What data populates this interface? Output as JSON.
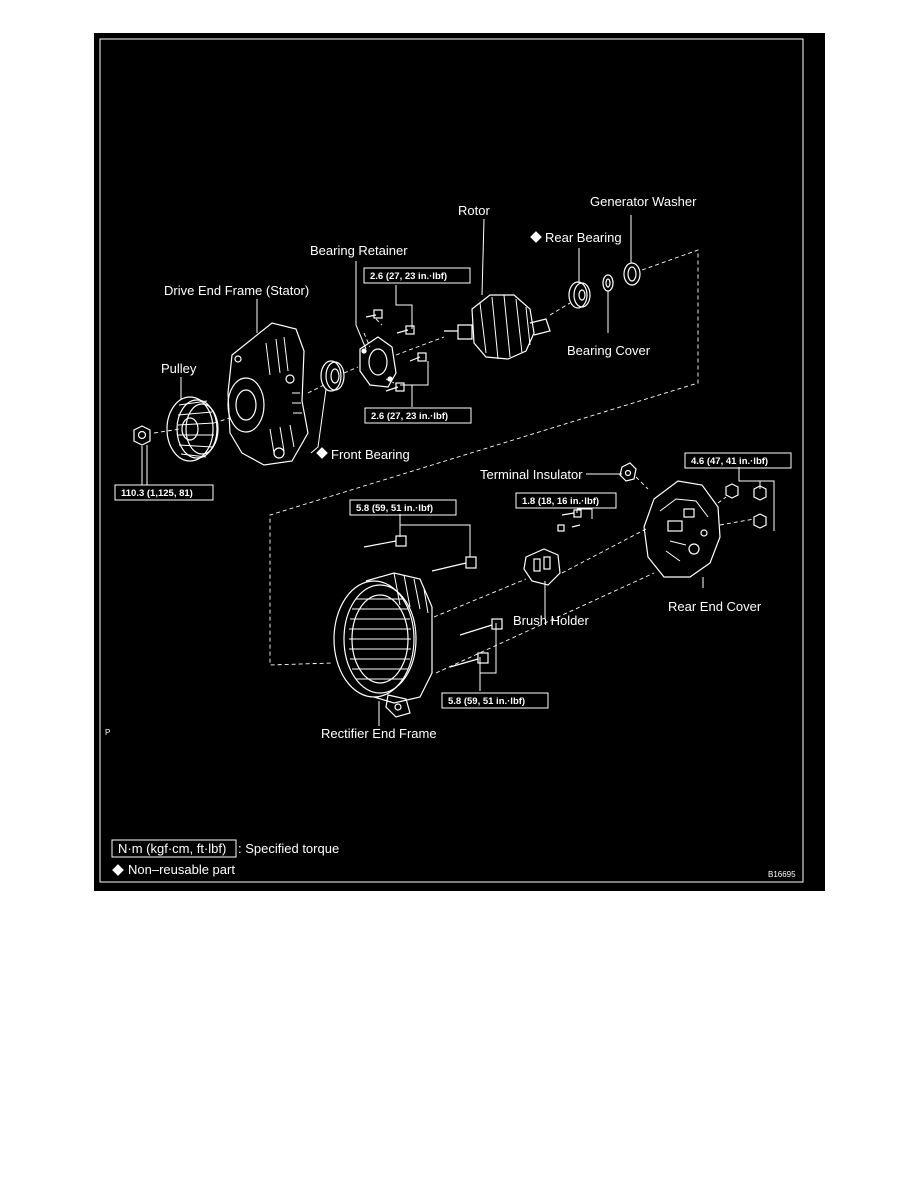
{
  "labels": {
    "rotor": "Rotor",
    "generator_washer": "Generator Washer",
    "rear_bearing": "Rear Bearing",
    "bearing_retainer": "Bearing Retainer",
    "drive_end_frame": "Drive End Frame (Stator)",
    "bearing_cover": "Bearing Cover",
    "pulley": "Pulley",
    "front_bearing": "Front Bearing",
    "terminal_insulator": "Terminal Insulator",
    "rear_end_cover": "Rear End Cover",
    "brush_holder": "Brush Holder",
    "rectifier_end_frame": "Rectifier End Frame",
    "corner_mark": "P"
  },
  "torques": {
    "retainer_top": "2.6 (27, 23 in.·lbf)",
    "retainer_bottom": "2.6 (27, 23 in.·lbf)",
    "pulley_nut": "110.3 (1,125, 81)",
    "rear_cover": "4.6 (47, 41 in.·lbf)",
    "brush_holder": "1.8 (18, 16 in.·lbf)",
    "frame_top": "5.8 (59, 51 in.·lbf)",
    "frame_bottom": "5.8 (59, 51 in.·lbf)"
  },
  "legend": {
    "unit_box": "N·m (kgf·cm, ft·lbf)",
    "unit_desc": ": Specified torque",
    "nonreusable": "Non–reusable part",
    "diagram_code": "B16695"
  },
  "symbols": {
    "nonreusable_marker": "diamond-icon"
  },
  "colors": {
    "background": "#000000",
    "foreground": "#ffffff"
  }
}
